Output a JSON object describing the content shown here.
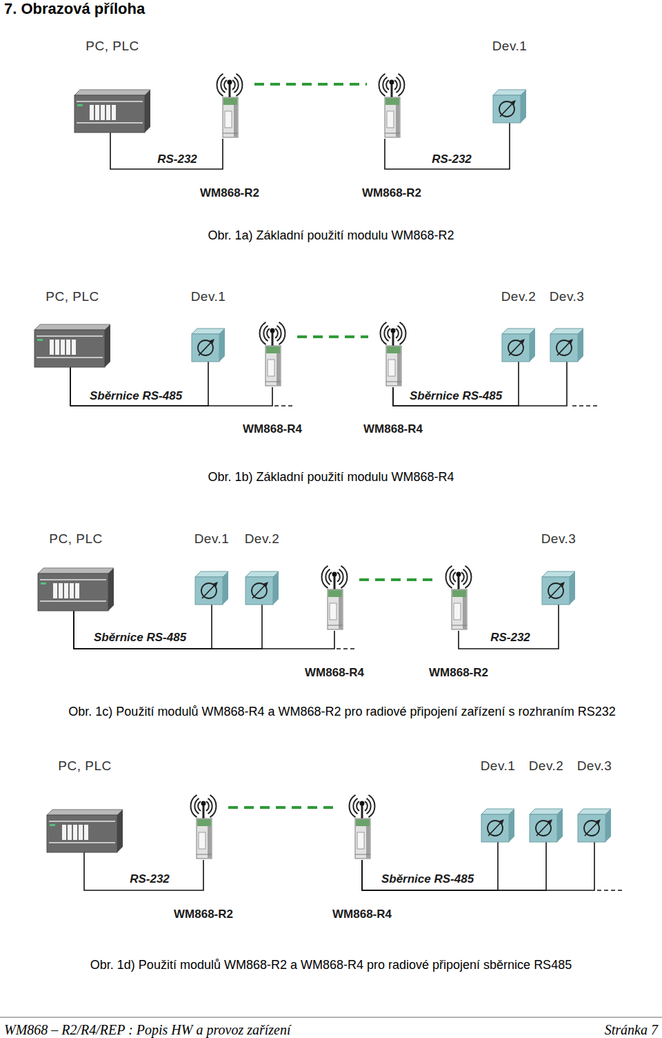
{
  "diagram": {
    "title": "7. Obrazová příloha",
    "nodes": [
      {
        "text": [
          "PC, PLC"
        ]
      },
      {
        "text": [
          "WM868-R2"
        ]
      },
      {
        "text": [
          "WM868-R2"
        ]
      },
      {
        "text": [
          "Dev.1"
        ]
      },
      {
        "text": [
          "PC, PLC"
        ]
      },
      {
        "text": [
          "Dev.1"
        ]
      },
      {
        "text": [
          "WM868-R4"
        ]
      },
      {
        "text": [
          "WM868-R4"
        ]
      },
      {
        "text": [
          "Dev.2"
        ]
      },
      {
        "text": [
          "Dev.3"
        ]
      },
      {
        "text": [
          "PC, PLC"
        ]
      },
      {
        "text": [
          "Dev.1"
        ]
      },
      {
        "text": [
          "Dev.2"
        ]
      },
      {
        "text": [
          "WM868-R4"
        ]
      },
      {
        "text": [
          "WM868-R2"
        ]
      },
      {
        "text": [
          "Dev.3"
        ]
      },
      {
        "text": [
          "PC, PLC"
        ]
      },
      {
        "text": [
          "WM868-R2"
        ]
      },
      {
        "text": [
          "WM868-R4"
        ]
      },
      {
        "text": [
          "Dev.1"
        ]
      },
      {
        "text": [
          "Dev.2"
        ]
      },
      {
        "text": [
          "Dev.3"
        ]
      }
    ],
    "edges": [
      {
        "from": 0,
        "to": 1,
        "label": "RS-232",
        "arrow": "none"
      },
      {
        "from": 1,
        "to": 2,
        "arrow": "none"
      },
      {
        "from": 2,
        "to": 3,
        "label": "RS-232",
        "arrow": "none"
      },
      {
        "from": 4,
        "to": 5,
        "arrow": "none"
      },
      {
        "from": 4,
        "to": 6,
        "label": "Sběrnice RS-485",
        "arrow": "none"
      },
      {
        "from": 6,
        "to": 7,
        "arrow": "none"
      },
      {
        "from": 7,
        "to": 8,
        "label": "Sběrnice RS-485",
        "arrow": "none"
      },
      {
        "from": 7,
        "to": 9,
        "arrow": "none"
      },
      {
        "from": 10,
        "to": 11,
        "arrow": "none"
      },
      {
        "from": 10,
        "to": 12,
        "arrow": "none"
      },
      {
        "from": 10,
        "to": 13,
        "label": "Sběrnice RS-485",
        "arrow": "none"
      },
      {
        "from": 13,
        "to": 14,
        "arrow": "none"
      },
      {
        "from": 14,
        "to": 15,
        "label": "RS-232",
        "arrow": "none"
      },
      {
        "from": 16,
        "to": 17,
        "label": "RS-232",
        "arrow": "none"
      },
      {
        "from": 17,
        "to": 18,
        "arrow": "none"
      },
      {
        "from": 18,
        "to": 19,
        "label": "Sběrnice RS-485",
        "arrow": "none"
      },
      {
        "from": 18,
        "to": 20,
        "arrow": "none"
      },
      {
        "from": 18,
        "to": 21,
        "arrow": "none"
      }
    ],
    "labels": [
      "Obr. 1a) Základní použití modulu WM868-R2",
      "Obr. 1b) Základní použití modulu WM868-R4",
      "Obr. 1c) Použití modulů WM868-R4 a WM868-R2 pro radiové připojení zařízení s rozhraním RS232",
      "Obr. 1d) Použití modulů WM868-R2 a WM868-R4 pro radiové připojení sběrnice RS485",
      "WM868 – R2/R4/REP : Popis HW a provoz zařízení",
      "Stránka 7"
    ]
  }
}
